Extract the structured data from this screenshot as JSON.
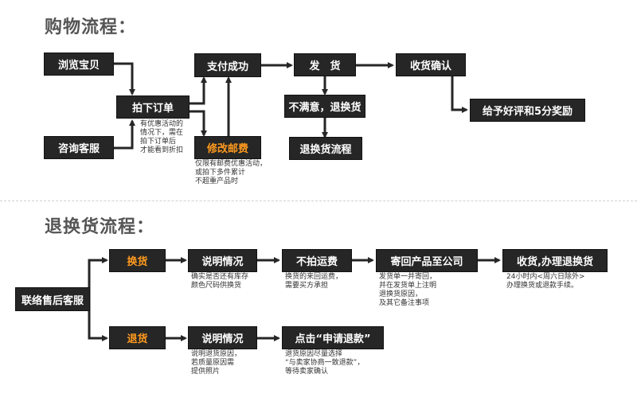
{
  "titles": {
    "shopping": "购物流程：",
    "returns": "退换货流程："
  },
  "shopping": {
    "browse": "浏览宝贝",
    "consult": "咨询客服",
    "order": "拍下订单",
    "pay": "支付成功",
    "modify_postage": "修改邮费",
    "ship": "发　货",
    "unsatisfied": "不满意，退换货",
    "return_flow": "退换货流程",
    "confirm_receipt": "收货确认",
    "review": "给予好评和5分奖励",
    "note_order": "有优惠活动的\n情况下，需在\n拍下订单后\n才能看到折扣",
    "note_postage": "仅限有邮费优惠活动，\n或拍下多件累计\n不超重产品时"
  },
  "returns": {
    "contact_service": "联络售后客服",
    "exchange": "换货",
    "refund": "退货",
    "explain_exchange": "说明情况",
    "no_shipping_fee": "不拍运费",
    "send_back": "寄回产品至公司",
    "receive_process": "收货,办理退换货",
    "explain_refund": "说明情况",
    "click_refund": "点击“申请退款”",
    "note_explain_exchange": "确实是否还有库存\n颜色尺码供换货",
    "note_no_shipping_fee": "换货的来回运费，\n需要买方承担",
    "note_send_back": "发货单一并寄回，\n并在发货单上注明\n退换货原因，\n及其它备注事项",
    "note_receive_process": "24小时内<周六日除外>\n办理换货或退款手续。",
    "note_explain_refund": "说明退货原因，\n若质量原因需\n提供照片",
    "note_click_refund": "退货原因尽量选择\n“与卖家协商一致退款”，\n等待卖家确认"
  },
  "colors": {
    "box_bg": "#262626",
    "box_text": "#ffffff",
    "highlight_text": "#ff9a1e",
    "title_text": "#555555",
    "arrow": "#262626"
  }
}
